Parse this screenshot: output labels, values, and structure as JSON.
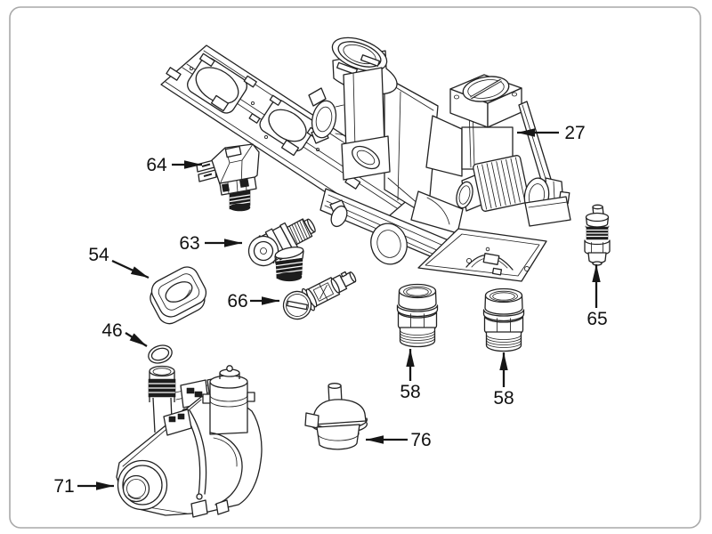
{
  "page": {
    "background": "#ffffff",
    "frame_border_color": "#a9a9a9",
    "drawing_line_color": "#222222"
  },
  "callouts": [
    {
      "label": "27"
    },
    {
      "label": "64"
    },
    {
      "label": "63"
    },
    {
      "label": "54"
    },
    {
      "label": "46"
    },
    {
      "label": "66"
    },
    {
      "label": "65"
    },
    {
      "label": "58"
    },
    {
      "label": "58"
    },
    {
      "label": "76"
    },
    {
      "label": "71"
    }
  ]
}
